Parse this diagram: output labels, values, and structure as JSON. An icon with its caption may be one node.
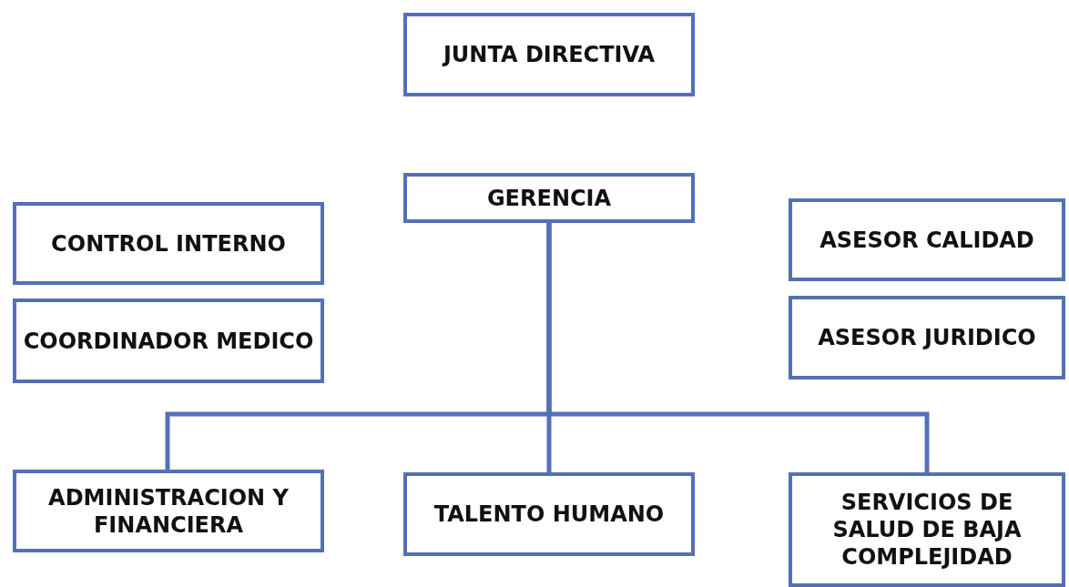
{
  "diagram": {
    "nodes": [
      {
        "text": [
          "JUNTA DIRECTIVA"
        ]
      },
      {
        "text": [
          "GERENCIA"
        ]
      },
      {
        "text": [
          "CONTROL INTERNO"
        ]
      },
      {
        "text": [
          "COORDINADOR MEDICO"
        ]
      },
      {
        "text": [
          "ASESOR CALIDAD"
        ]
      },
      {
        "text": [
          "ASESOR JURIDICO"
        ]
      },
      {
        "text": [
          "ADMINISTRACION Y FINANCIERA"
        ]
      },
      {
        "text": [
          "TALENTO HUMANO"
        ]
      },
      {
        "text": [
          "SERVICIOS DE SALUD DE BAJA COMPLEJIDAD"
        ]
      }
    ],
    "edges": [
      {
        "from": 1,
        "to": 6,
        "arrow": "none"
      },
      {
        "from": 1,
        "to": 7,
        "arrow": "none"
      },
      {
        "from": 1,
        "to": 8,
        "arrow": "none"
      }
    ]
  }
}
